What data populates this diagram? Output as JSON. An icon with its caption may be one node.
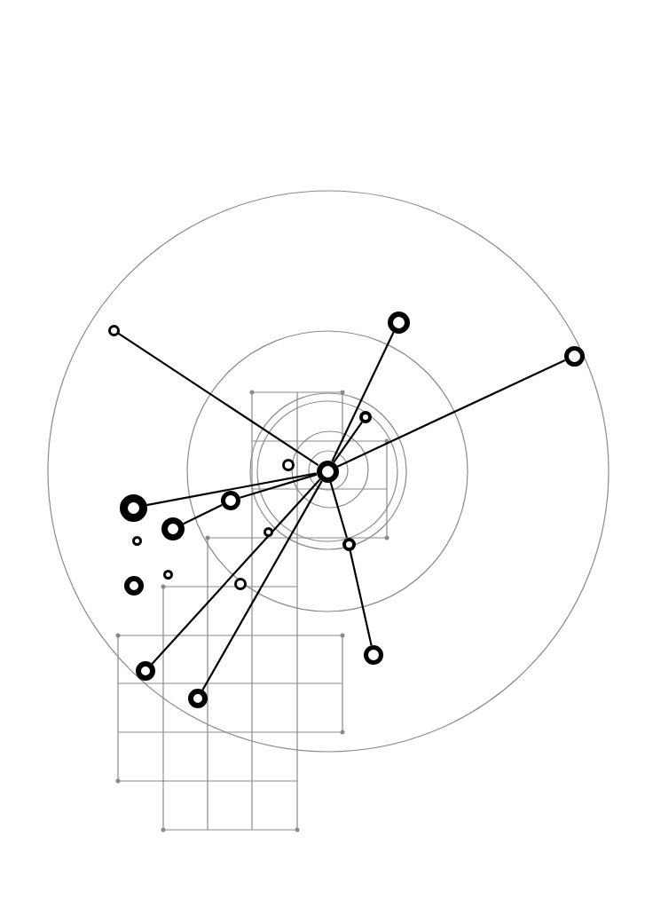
{
  "diagram": {
    "nodes": [
      {
        "text": [],
        "shape": "circle"
      },
      {
        "text": [],
        "shape": "circle"
      },
      {
        "text": [],
        "shape": "circle"
      },
      {
        "text": [],
        "shape": "circle"
      },
      {
        "text": [],
        "shape": "circle"
      },
      {
        "text": [],
        "shape": "circle"
      },
      {
        "text": [],
        "shape": "circle"
      },
      {
        "text": [],
        "shape": "circle"
      },
      {
        "text": [],
        "shape": "circle"
      },
      {
        "text": [],
        "shape": "circle"
      },
      {
        "text": [],
        "shape": "circle"
      },
      {
        "text": [],
        "shape": "circle"
      },
      {
        "text": [],
        "shape": "circle"
      },
      {
        "text": [],
        "shape": "circle"
      },
      {
        "text": [],
        "shape": "circle"
      },
      {
        "text": [],
        "shape": "circle"
      },
      {
        "text": [],
        "shape": "circle"
      },
      {
        "text": [],
        "shape": "circle"
      }
    ],
    "edges": [
      {
        "from": 5,
        "to": 0,
        "arrow": "none"
      },
      {
        "from": 5,
        "to": 1,
        "arrow": "none"
      },
      {
        "from": 5,
        "to": 2,
        "arrow": "none"
      },
      {
        "from": 5,
        "to": 3,
        "arrow": "none"
      },
      {
        "from": 5,
        "to": 7,
        "arrow": "none"
      },
      {
        "from": 5,
        "to": 6,
        "arrow": "none"
      },
      {
        "from": 6,
        "to": 8,
        "arrow": "none"
      },
      {
        "from": 5,
        "to": 11,
        "arrow": "none"
      },
      {
        "from": 11,
        "to": 15,
        "arrow": "none"
      },
      {
        "from": 5,
        "to": 16,
        "arrow": "none"
      },
      {
        "from": 5,
        "to": 17,
        "arrow": "none"
      }
    ]
  }
}
